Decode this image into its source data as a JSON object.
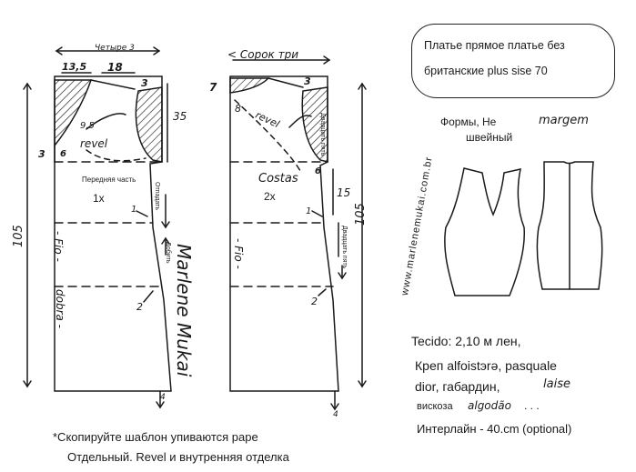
{
  "front": {
    "top_note": "Четыре 3",
    "measure_neck": "13,5",
    "measure_shoulder": "18",
    "measure_shoulder_drop": "3",
    "measure_neck_drop": "9,5",
    "measure_armhole_depth": "35",
    "measure_bust_side": "3",
    "measure_dart": "6",
    "revel_label": "revel",
    "piece_name": "Передняя часть",
    "piece_count": "1x",
    "side_note_top": "Отпадать",
    "side_note_bottom": "Добить",
    "waist_mark": "1",
    "hip_mark": "2",
    "hem_mark": "4",
    "length": "105",
    "grain": "- Fio -",
    "fold": "dobra -"
  },
  "back": {
    "top_note": "< Сорок три",
    "measure_neck": "7",
    "measure_shoulder_drop": "3",
    "measure_neck_drop": "8",
    "revel_label": "revel",
    "piece_name": "Costas",
    "piece_count": "2x",
    "side_note_top": "Двадцать пять",
    "side_note_bottom": "Двадцать пять",
    "measure_dart": "6",
    "measure_15": "15",
    "waist_mark": "1",
    "hip_mark": "2",
    "hem_mark": "4",
    "length": "105",
    "grain": "- Fio -"
  },
  "signature": "Marlene Mukai",
  "website": "www.marlenemukai.com.br",
  "title": {
    "line1": "Платье прямое платье без",
    "line2": "британские plus sise 70"
  },
  "forms": {
    "line1": "Формы, Не",
    "margem": "margem",
    "line2": "швейный"
  },
  "fabric": {
    "line1": "Tecido: 2,10 м лен,",
    "line2": "Креп alfoistэrə, pasquale",
    "line3_a": "dior, габардин,",
    "line3_b": "laise",
    "line4_a": "вискоза",
    "line4_b": "algodão",
    "line4_c": ". . .",
    "line5": "Интерлайн - 40.cm (optional)"
  },
  "bottom_note": {
    "line1": "*Скопируйте шаблон упиваются раре",
    "line2": "Отдельный. Revel и внутренняя отделка"
  },
  "colors": {
    "ink": "#1a1a1a"
  }
}
